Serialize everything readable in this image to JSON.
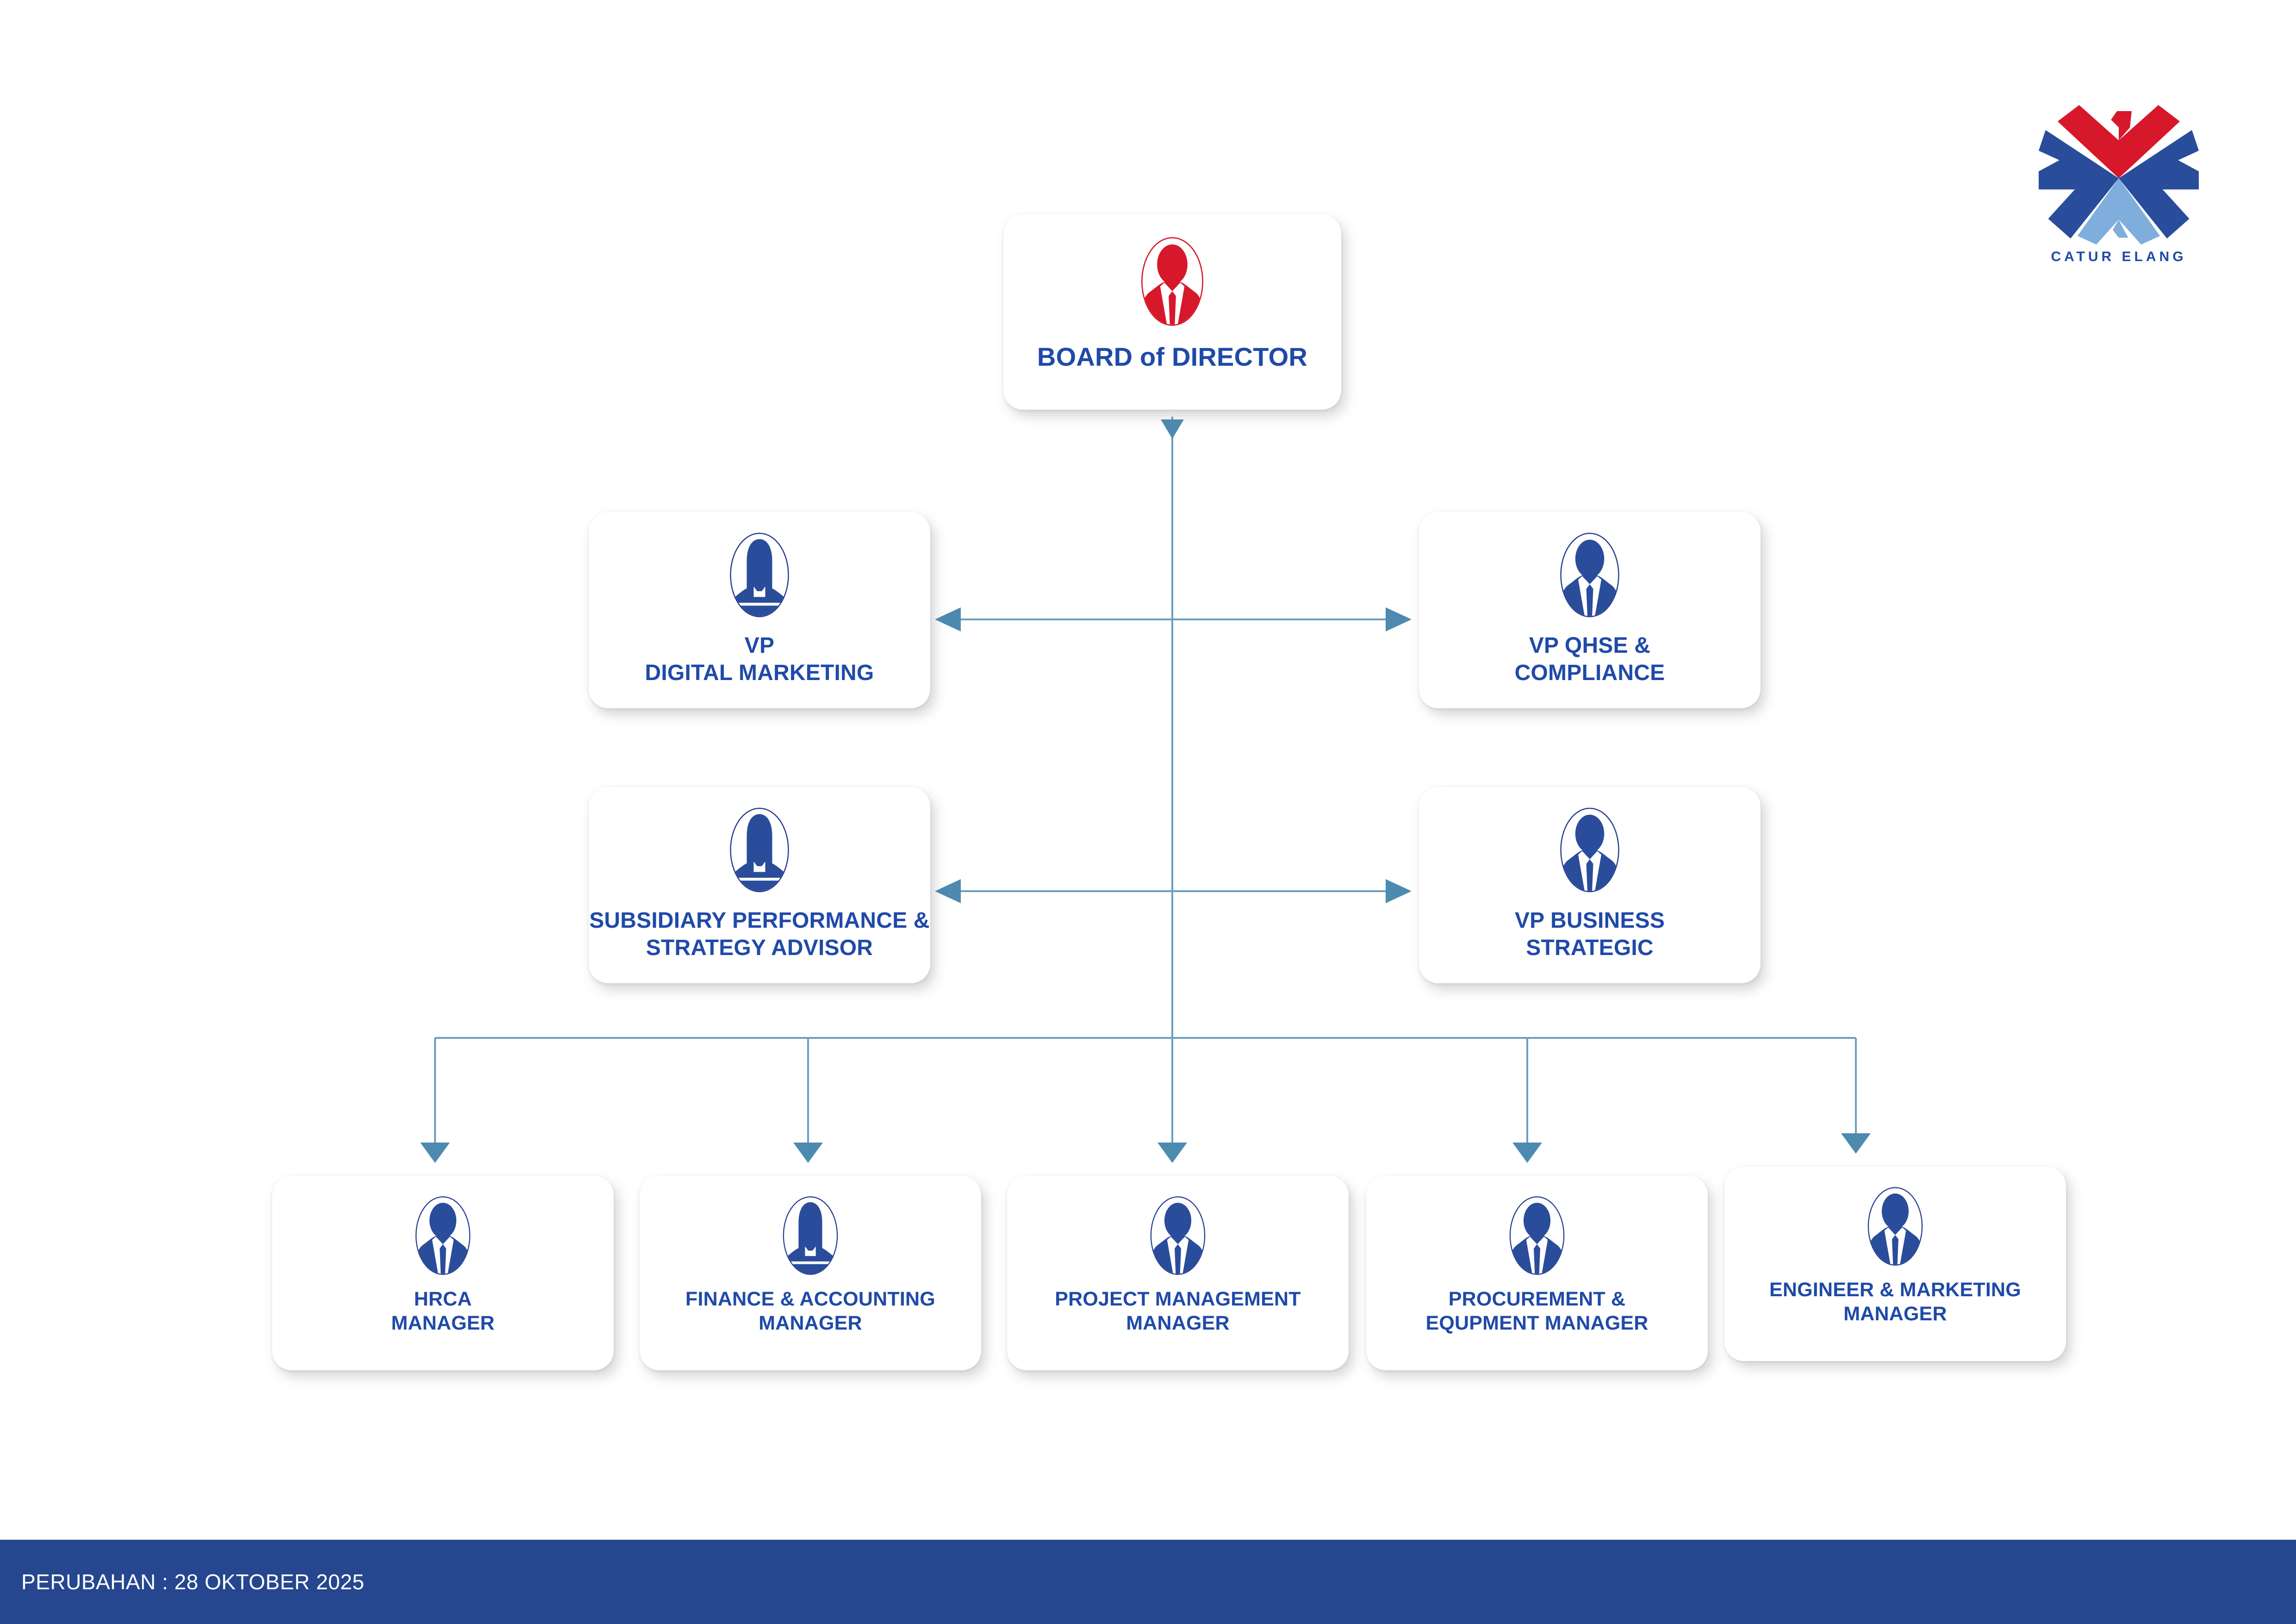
{
  "brand": {
    "logo_name": "catur-elang-logo",
    "wordmark": "CATUR  ELANG",
    "colors": {
      "red": "#D7182A",
      "dark_blue": "#2A4D9B",
      "light_blue": "#7FAEDC",
      "label_blue": "#1F4AA8",
      "footer_blue": "#26468F",
      "connector_blue": "#6C9EC0"
    }
  },
  "chart": {
    "type": "org-chart",
    "root": {
      "id": "board-of-director",
      "label": "BOARD of DIRECTOR",
      "avatar": "avatar-male-red"
    },
    "tier2": [
      {
        "id": "vp-digital-marketing",
        "label": "VP\nDIGITAL MARKETING",
        "avatar": "avatar-female-blue"
      },
      {
        "id": "vp-qhse-compliance",
        "label": "VP QHSE &\nCOMPLIANCE",
        "avatar": "avatar-male-blue"
      },
      {
        "id": "subsidiary-performance-strategy-advisor",
        "label": "SUBSIDIARY PERFORMANCE &\nSTRATEGY ADVISOR",
        "avatar": "avatar-female-blue"
      },
      {
        "id": "vp-business-strategic",
        "label": "VP BUSINESS\nSTRATEGIC",
        "avatar": "avatar-male-blue"
      }
    ],
    "tier3": [
      {
        "id": "hrca-manager",
        "label": "HRCA\nMANAGER",
        "avatar": "avatar-male-blue"
      },
      {
        "id": "finance-manager",
        "label": "FINANCE & ACCOUNTING\nMANAGER",
        "avatar": "avatar-female-blue"
      },
      {
        "id": "project-manager",
        "label": "PROJECT MANAGEMENT\nMANAGER",
        "avatar": "avatar-male-blue"
      },
      {
        "id": "procurement-manager",
        "label": "PROCUREMENT &\nEQUPMENT MANAGER",
        "avatar": "avatar-male-blue"
      },
      {
        "id": "engineer-manager",
        "label": "ENGINEER & MARKETING\nMANAGER",
        "avatar": "avatar-male-blue"
      }
    ]
  },
  "footer": {
    "revision_text": "PERUBAHAN : 28 OKTOBER 2025"
  }
}
